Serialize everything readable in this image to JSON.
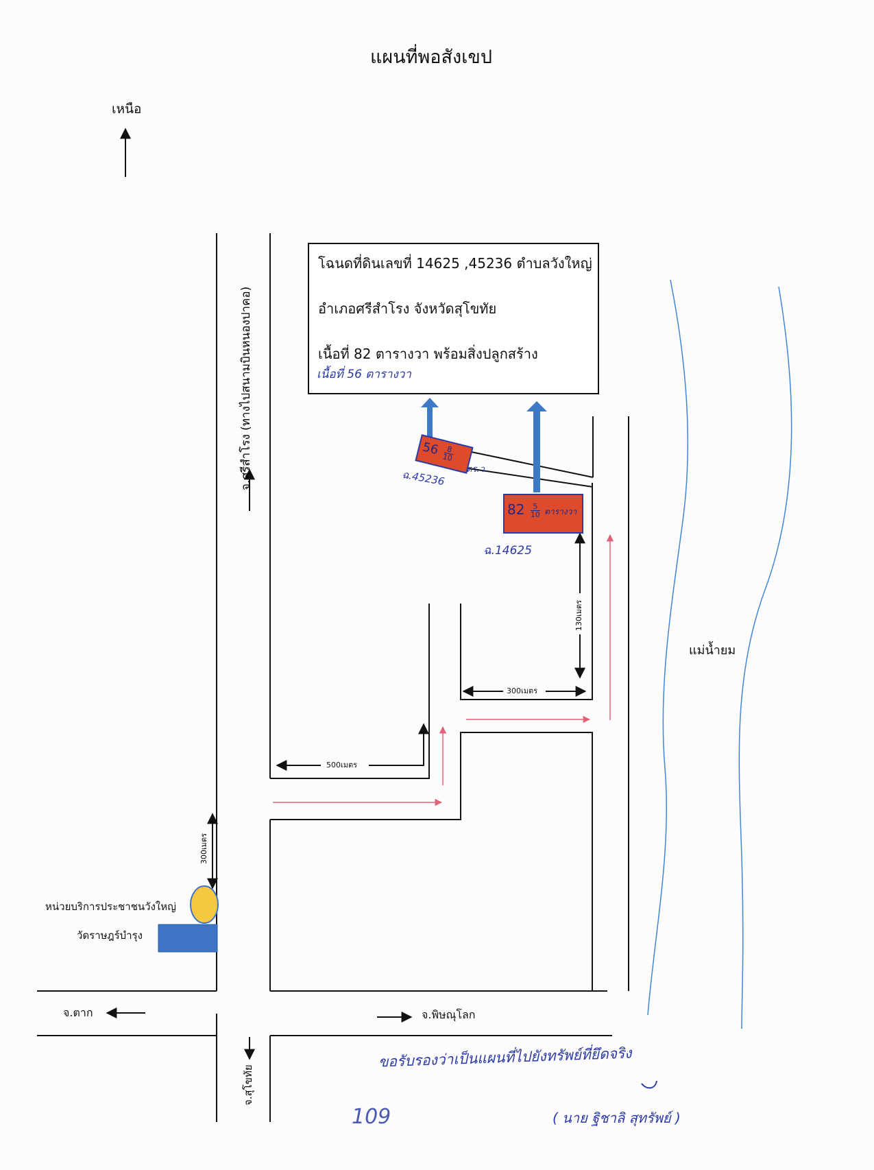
{
  "title": "แผนที่พอสังเขป",
  "north_label": "เหนือ",
  "deed_box": {
    "line1": "โฉนดที่ดินเลขที่ 14625 ,45236 ตำบลวังใหญ่",
    "line2": "อำเภอศรีสำโรง จังหวัดสุโขทัย",
    "line3": "เนื้อที่ 82 ตารางวา พร้อมสิ่งปลูกสร้าง",
    "handwritten": "เนื้อที่ 56 ตารางวา"
  },
  "roads": {
    "vertical_main": "จ.ศรีสำโรง (ทางไปสนามบินหนองปาคอ)",
    "west": "จ.ตาก",
    "east": "จ.พิษณุโลก",
    "south": "จ.สุโขทัย"
  },
  "distances": {
    "d500": "500เมตร",
    "d300_top": "300เมตร",
    "d130": "130เมตร",
    "d300_left": "300เมตร"
  },
  "landmarks": {
    "service_unit": "หน่วยบริการประชาชนวังใหญ่",
    "temple": "วัดราษฎร์บำรุง",
    "river": "แม่น้ำยม"
  },
  "parcels": {
    "p1_area": "56",
    "p1_frac_num": "8",
    "p1_frac_den": "10",
    "p1_unit": "ตร.ว.",
    "p1_deed": "ฉ.45236",
    "p2_area": "82",
    "p2_frac_num": "5",
    "p2_frac_den": "10",
    "p2_unit": "ตารางวา",
    "p2_deed": "ฉ.14625"
  },
  "handwritten_note": {
    "cert": "ขอรับรองว่าเป็นแผนที่ไปยังทรัพย์ที่ยึดจริง",
    "signature": "( นาย ฐิชาลิ สุทรัพย์ )",
    "page_no": "109"
  },
  "colors": {
    "parcel_fill": "#dd4a2c",
    "pointer_arrow": "#3d79c4",
    "route_arrow": "#e0627a",
    "river_line": "#3f86d8",
    "service_circle": "#f6c842",
    "temple_rect": "#3e74c6"
  }
}
